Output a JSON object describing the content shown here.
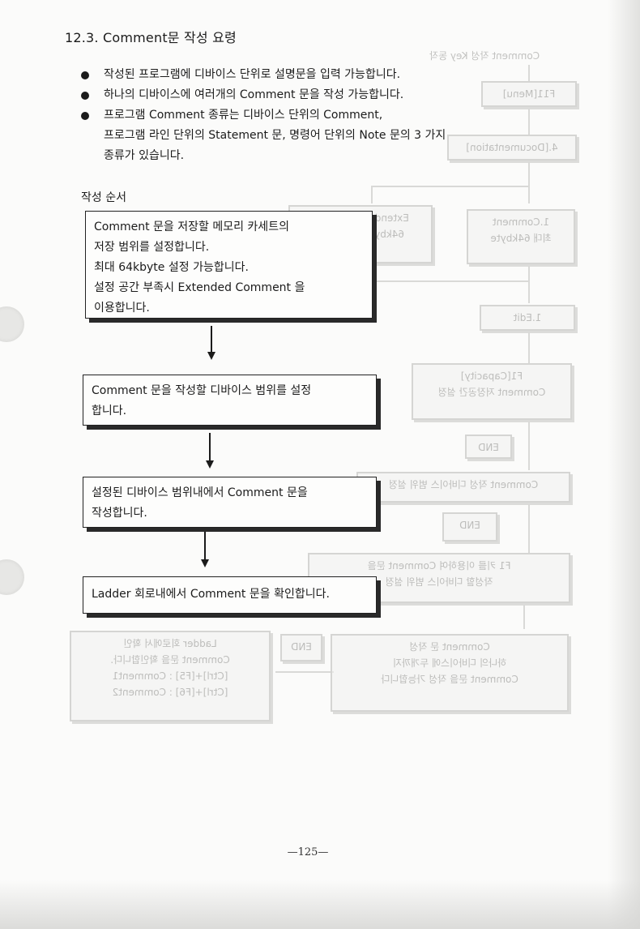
{
  "section_title": "12.3. Comment문 작성 요령",
  "bullets": [
    {
      "lines": [
        "작성된 프로그램에 디바이스 단위로 설명문을 입력 가능합니다."
      ]
    },
    {
      "lines": [
        "하나의 디바이스에 여러개의 Comment 문을 작성 가능합니다."
      ]
    },
    {
      "lines": [
        "프로그램 Comment 종류는 디바이스 단위의 Comment,",
        "프로그램 라인 단위의 Statement 문, 명령어 단위의 Note 문의 3 가지",
        "종류가 있습니다."
      ]
    }
  ],
  "procedure_label": "작성 순서",
  "steps": [
    {
      "lines": [
        "Comment 문을 저장할 메모리 카세트의",
        "저장 범위를 설정합니다.",
        "최대 64kbyte 설정 가능합니다.",
        "설정 공간 부족시 Extended Comment 을",
        "이용합니다."
      ]
    },
    {
      "lines": [
        "Comment 문을 작성할 디바이스 범위를 설정",
        "합니다."
      ]
    },
    {
      "lines": [
        "설정된 디바이스 범위내에서 Comment 문을",
        "작성합니다."
      ]
    },
    {
      "lines": [
        "Ladder 회로내에서 Comment 문을 확인합니다."
      ]
    }
  ],
  "ghost_diagram": {
    "title": "Comment 작성 Key 동작",
    "boxes": [
      {
        "lines": [
          "F11[Menu]"
        ]
      },
      {
        "lines": [
          "4.[Documentation]"
        ]
      },
      {
        "lines": [
          "Extended Comment",
          "64kbyte초과 적용시"
        ]
      },
      {
        "lines": [
          "1.Comment",
          "최대 64kbyte"
        ]
      },
      {
        "lines": [
          "1.Edit"
        ]
      },
      {
        "lines": [
          "F1[Capacity]",
          "Comment 저장공간 설정"
        ]
      },
      {
        "lines": [
          "END"
        ]
      },
      {
        "lines": [
          "Comment 작성 디바이스 범위 설정"
        ]
      },
      {
        "lines": [
          "END"
        ]
      },
      {
        "lines": [
          "F1 키를 이용하여 Comment 문을",
          "작성할 디바이스 범위 설정"
        ]
      },
      {
        "lines": [
          "Ladder 회로에서 확인",
          "Comment 문을 확인합니다.",
          "[Ctrl]+[F5] : Comment1",
          "[Ctrl]+[F6] : Comment2"
        ]
      },
      {
        "lines": [
          "END"
        ]
      },
      {
        "lines": [
          "Comment 문 작성",
          "하나의 디바이스에 두개까지",
          "Comment 문을 작성 가능합니다"
        ]
      }
    ]
  },
  "page_number": "—125—"
}
